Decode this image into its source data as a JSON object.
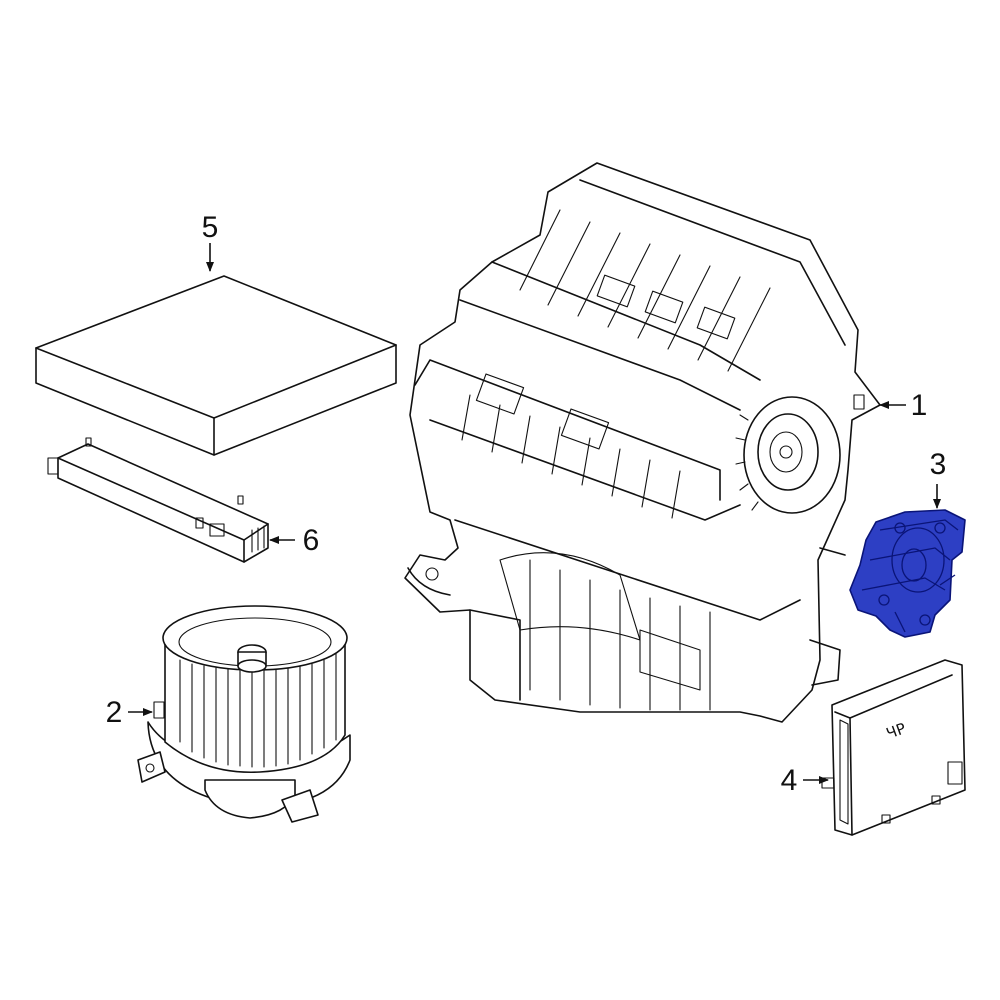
{
  "callouts": [
    {
      "id": "1",
      "label": "1"
    },
    {
      "id": "2",
      "label": "2"
    },
    {
      "id": "3",
      "label": "3"
    },
    {
      "id": "4",
      "label": "4"
    },
    {
      "id": "5",
      "label": "5"
    },
    {
      "id": "6",
      "label": "6"
    }
  ],
  "module_marking": "ЧР",
  "colors": {
    "line": "#111111",
    "highlight_fill": "#2d3fc4",
    "highlight_stroke": "#0a1478",
    "background": "#ffffff"
  }
}
